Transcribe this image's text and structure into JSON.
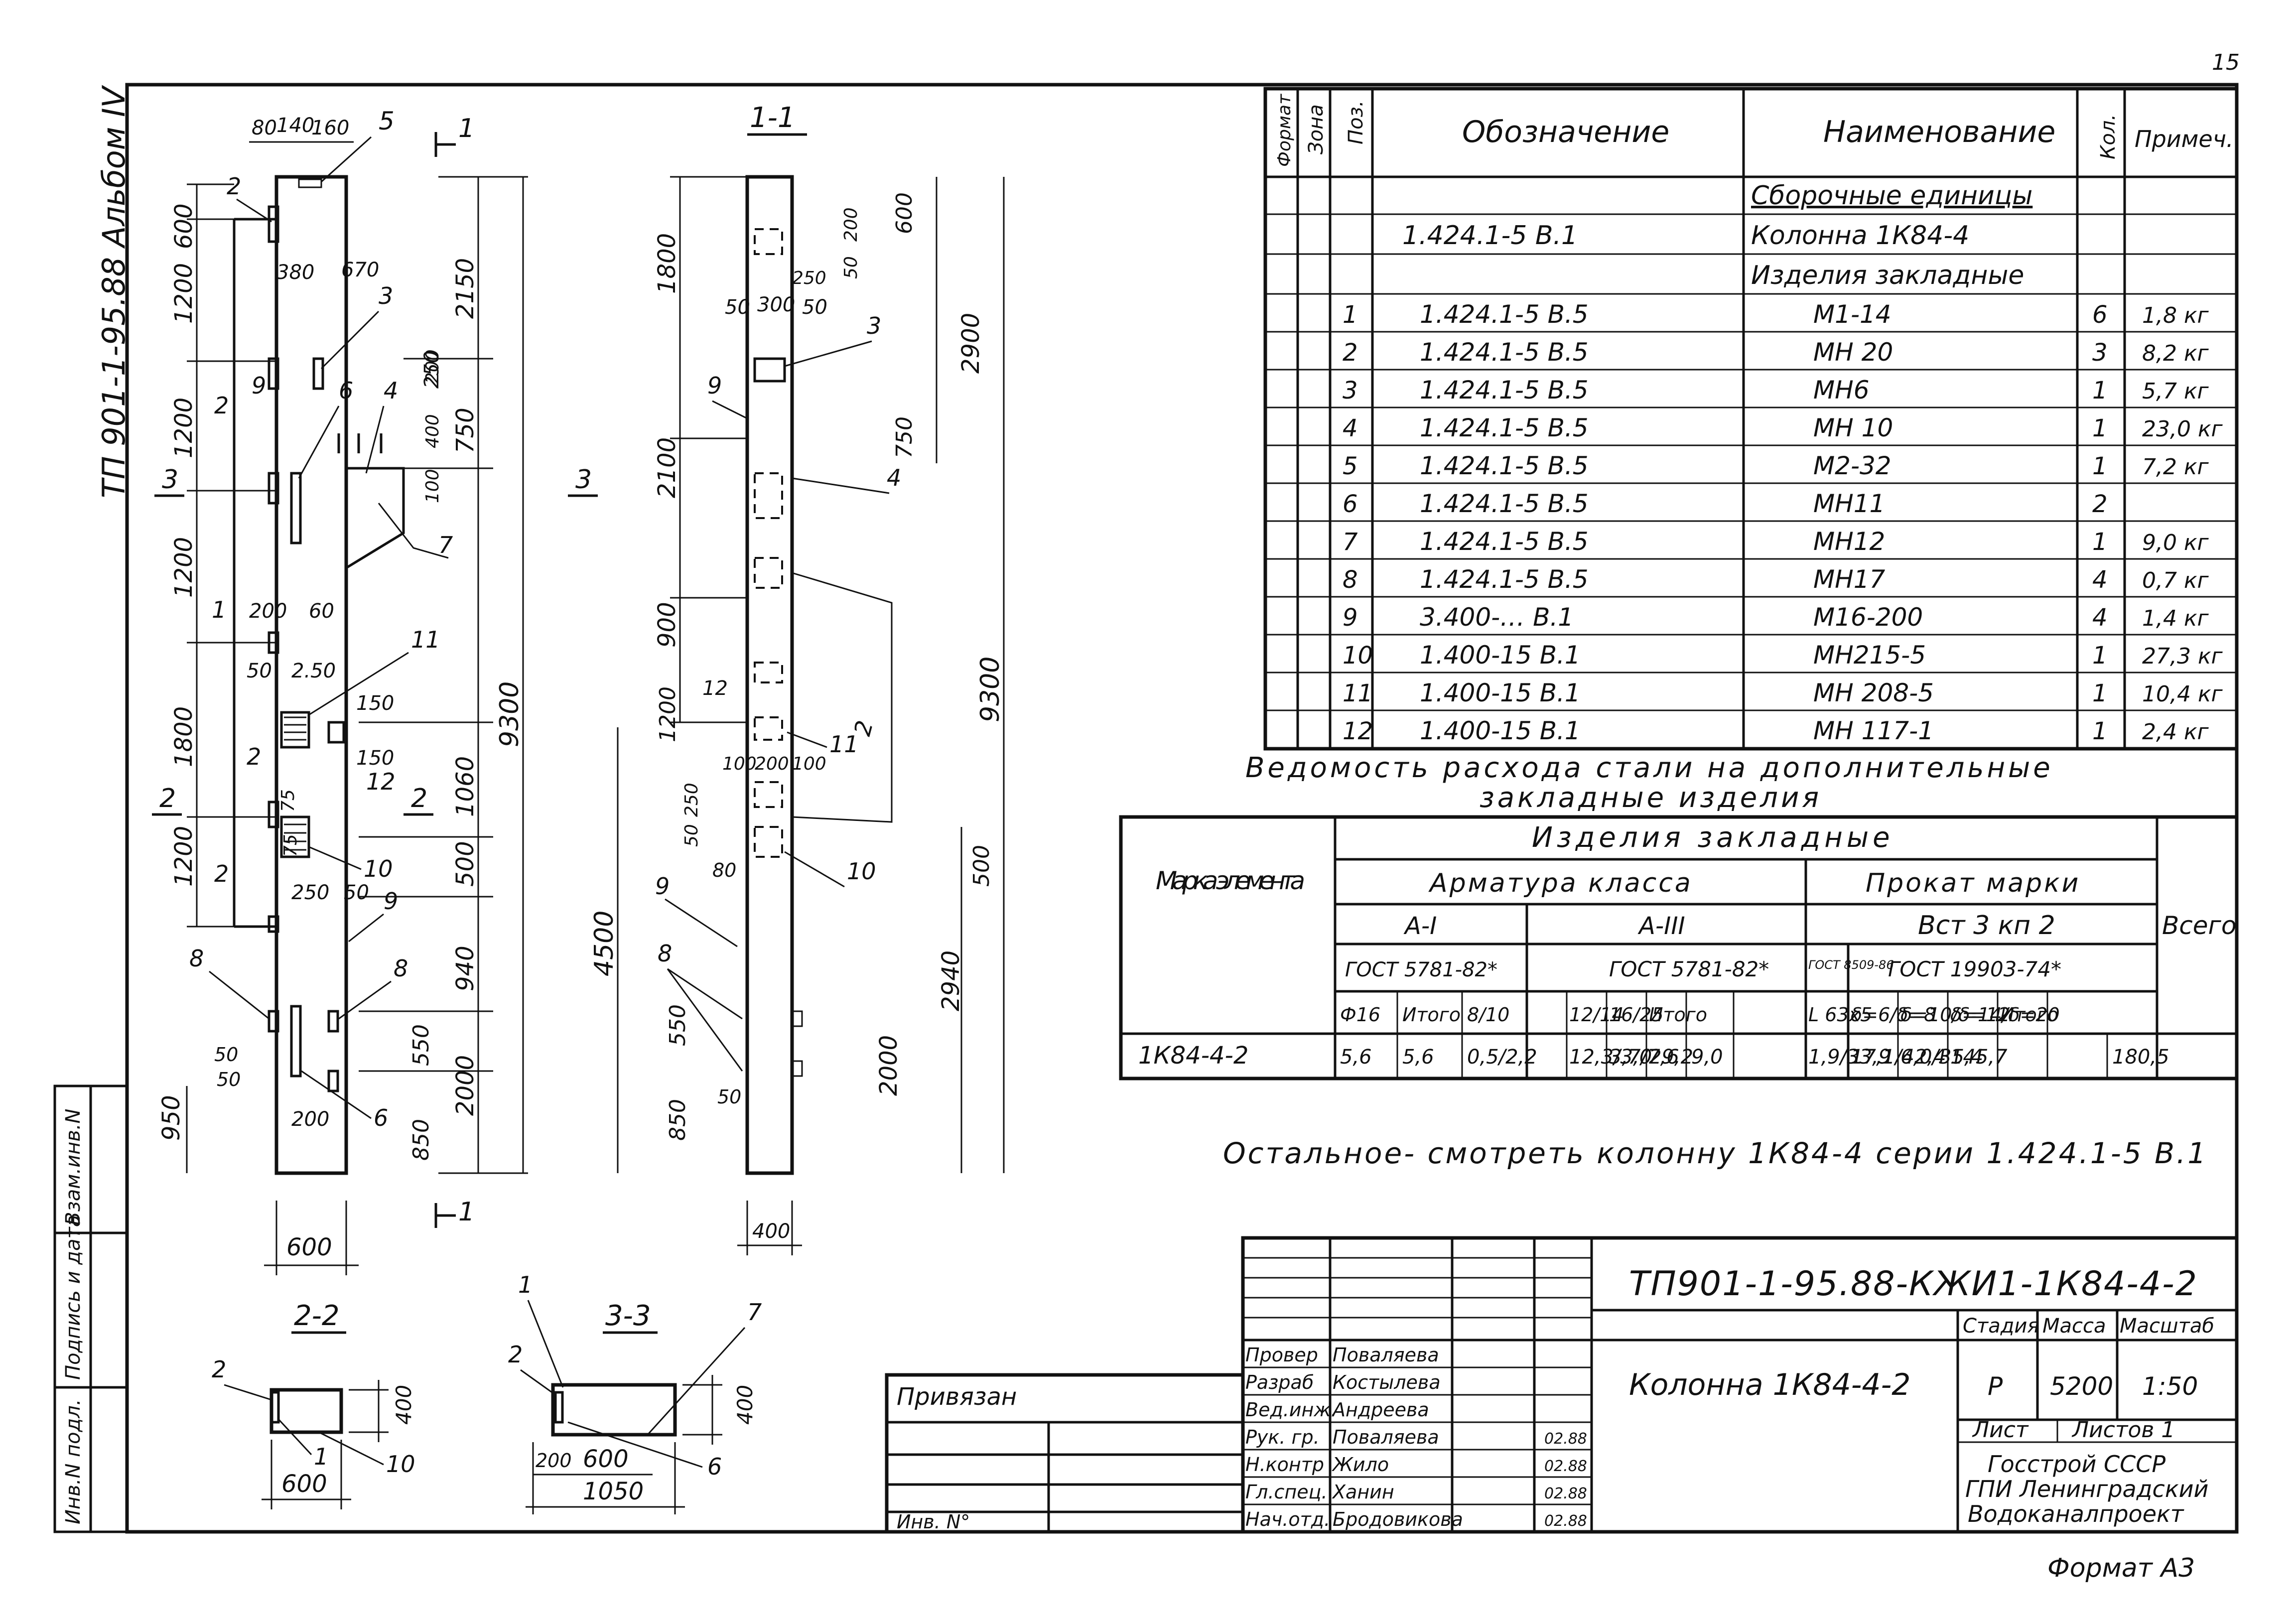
{
  "side_stamp": {
    "album_code": "ТП 901-1-95.88 Альбом IV",
    "cells": [
      "Инв.N подл.",
      "Подпись и дата",
      "Взам.инв.N"
    ]
  },
  "corner_mark": "15",
  "elevation_view": {
    "top_dims": [
      "80",
      "140",
      "160"
    ],
    "left_dims": [
      "600",
      "1200",
      "1200",
      "1200",
      "1800",
      "1200",
      "950"
    ],
    "inner_dims": [
      "380",
      "670",
      "200",
      "400",
      "100",
      "200",
      "60",
      "50",
      "2.50",
      "150",
      "150",
      "75",
      "75",
      "250",
      "50",
      "50",
      "50",
      "200"
    ],
    "right_dims": [
      "2150",
      "250",
      "750",
      "1060",
      "500",
      "940",
      "550",
      "2000",
      "850",
      "9300"
    ],
    "callouts": [
      "5",
      "2",
      "3",
      "9",
      "6",
      "4",
      "7",
      "2",
      "1",
      "11",
      "12",
      "2",
      "10",
      "9",
      "2",
      "8",
      "8",
      "6"
    ],
    "section_marks": [
      "1",
      "1",
      "3",
      "3",
      "2",
      "2"
    ],
    "bottom_dim": "600"
  },
  "section_1_1": {
    "title": "1-1",
    "dims": [
      "1800",
      "600",
      "200",
      "250",
      "50",
      "300",
      "50",
      "2900",
      "750",
      "2100",
      "900",
      "1200",
      "12",
      "100",
      "200",
      "100",
      "250",
      "50",
      "80",
      "4500",
      "550",
      "850",
      "50",
      "500",
      "2940",
      "2000",
      "9300",
      "400"
    ],
    "callouts": [
      "3",
      "9",
      "4",
      "2",
      "11",
      "10",
      "9",
      "8"
    ]
  },
  "section_2_2": {
    "title": "2-2",
    "dims": [
      "400",
      "600"
    ],
    "callouts": [
      "2",
      "1",
      "10"
    ]
  },
  "section_3_3": {
    "title": "3-3",
    "dims": [
      "400",
      "200",
      "600",
      "1050"
    ],
    "callouts": [
      "1",
      "2",
      "7",
      "6"
    ]
  },
  "spec_table": {
    "headers": [
      "Формат",
      "Зона",
      "Поз.",
      "Обозначение",
      "Наименование",
      "Кол.",
      "Примеч."
    ],
    "group_assemblies": "Сборочные единицы",
    "assembly_row": {
      "designation": "1.424.1-5 В.1",
      "name": "Колонна 1К84-4"
    },
    "group_embedded": "Изделия закладные",
    "rows": [
      {
        "pos": "1",
        "designation": "1.424.1-5 В.5",
        "name": "М1-14",
        "qty": "6",
        "note": "1,8 кг"
      },
      {
        "pos": "2",
        "designation": "1.424.1-5 В.5",
        "name": "МН 20",
        "qty": "3",
        "note": "8,2 кг"
      },
      {
        "pos": "3",
        "designation": "1.424.1-5 В.5",
        "name": "МН6",
        "qty": "1",
        "note": "5,7 кг"
      },
      {
        "pos": "4",
        "designation": "1.424.1-5 В.5",
        "name": "МН 10",
        "qty": "1",
        "note": "23,0 кг"
      },
      {
        "pos": "5",
        "designation": "1.424.1-5 В.5",
        "name": "М2-32",
        "qty": "1",
        "note": "7,2 кг"
      },
      {
        "pos": "6",
        "designation": "1.424.1-5 В.5",
        "name": "МН11",
        "qty": "2",
        "note": ""
      },
      {
        "pos": "7",
        "designation": "1.424.1-5 В.5",
        "name": "МН12",
        "qty": "1",
        "note": "9,0 кг"
      },
      {
        "pos": "8",
        "designation": "1.424.1-5 В.5",
        "name": "МН17",
        "qty": "4",
        "note": "0,7 кг"
      },
      {
        "pos": "9",
        "designation": "3.400-… В.1",
        "name": "М16-200",
        "qty": "4",
        "note": "1,4 кг"
      },
      {
        "pos": "10",
        "designation": "1.400-15 В.1",
        "name": "МН215-5",
        "qty": "1",
        "note": "27,3 кг"
      },
      {
        "pos": "11",
        "designation": "1.400-15 В.1",
        "name": "МН 208-5",
        "qty": "1",
        "note": "10,4 кг"
      },
      {
        "pos": "12",
        "designation": "1.400-15 В.1",
        "name": "МН 117-1",
        "qty": "1",
        "note": "2,4 кг"
      }
    ]
  },
  "steel_table": {
    "title_line1": "Ведомость расхода стали на дополнительные",
    "title_line2": "закладные изделия",
    "mark_header": "Марка элемента",
    "embedded_header": "Изделия закладные",
    "rebar_header": "Арматура класса",
    "rolled_header": "Прокат марки",
    "total_header": "Всего",
    "class_a1": "А-I",
    "class_a3": "А-III",
    "grade": "Вст 3 кп 2",
    "gost_a1": "ГОСТ 5781-82*",
    "gost_a3": "ГОСТ 5781-82*",
    "gost_angle": "ГОСТ 8509-86",
    "gost_plate": "ГОСТ 19903-74*",
    "sub_headers": [
      "Ф16",
      "Итого",
      "8/10",
      "12/14",
      "16/25",
      "Итого",
      "L 63x5",
      "δ=6/δ=8",
      "δ=10/δ=12",
      "δ=14/δ=20",
      "Итого"
    ],
    "row": {
      "mark": "1К84-4-2",
      "values": [
        "5,6",
        "5,6",
        "0,5/2,2",
        "12,3/3,0",
        "3,7/7,6",
        "29,2",
        "9,0",
        "1,9/33,9",
        "17,1/42,4",
        "6,0/35,4",
        "145,7",
        "180,5"
      ]
    }
  },
  "note_text": "Остальное- смотреть колонну 1К84-4 серии 1.424.1-5 В.1",
  "title_block": {
    "linked_label": "Привязан",
    "inv_label": "Инв. N°",
    "doc_code": "ТП901-1-95.88-КЖИ1-1К84-4-2",
    "drawing_title": "Колонна 1К84-4-2",
    "stage_label": "Стадия",
    "mass_label": "Масса",
    "scale_label": "Масштаб",
    "stage": "Р",
    "mass": "5200",
    "scale": "1:50",
    "sheet_label": "Лист",
    "sheets_label": "Листов 1",
    "organization": [
      "Госстрой СССР",
      "ГПИ Ленинградский",
      "Водоканалпроект"
    ],
    "staff": [
      {
        "role": "Провер",
        "name": "Поваляева",
        "date": ""
      },
      {
        "role": "Разраб",
        "name": "Костылева",
        "date": ""
      },
      {
        "role": "Вед.инж.",
        "name": "Андреева",
        "date": ""
      },
      {
        "role": "Рук. гр.",
        "name": "Поваляева",
        "date": "02.88"
      },
      {
        "role": "Н.контр",
        "name": "Жило",
        "date": "02.88"
      },
      {
        "role": "Гл.спец.",
        "name": "Ханин",
        "date": "02.88"
      },
      {
        "role": "Нач.отд.",
        "name": "Бродовикова",
        "date": "02.88"
      }
    ]
  },
  "format_label": "Формат А3"
}
